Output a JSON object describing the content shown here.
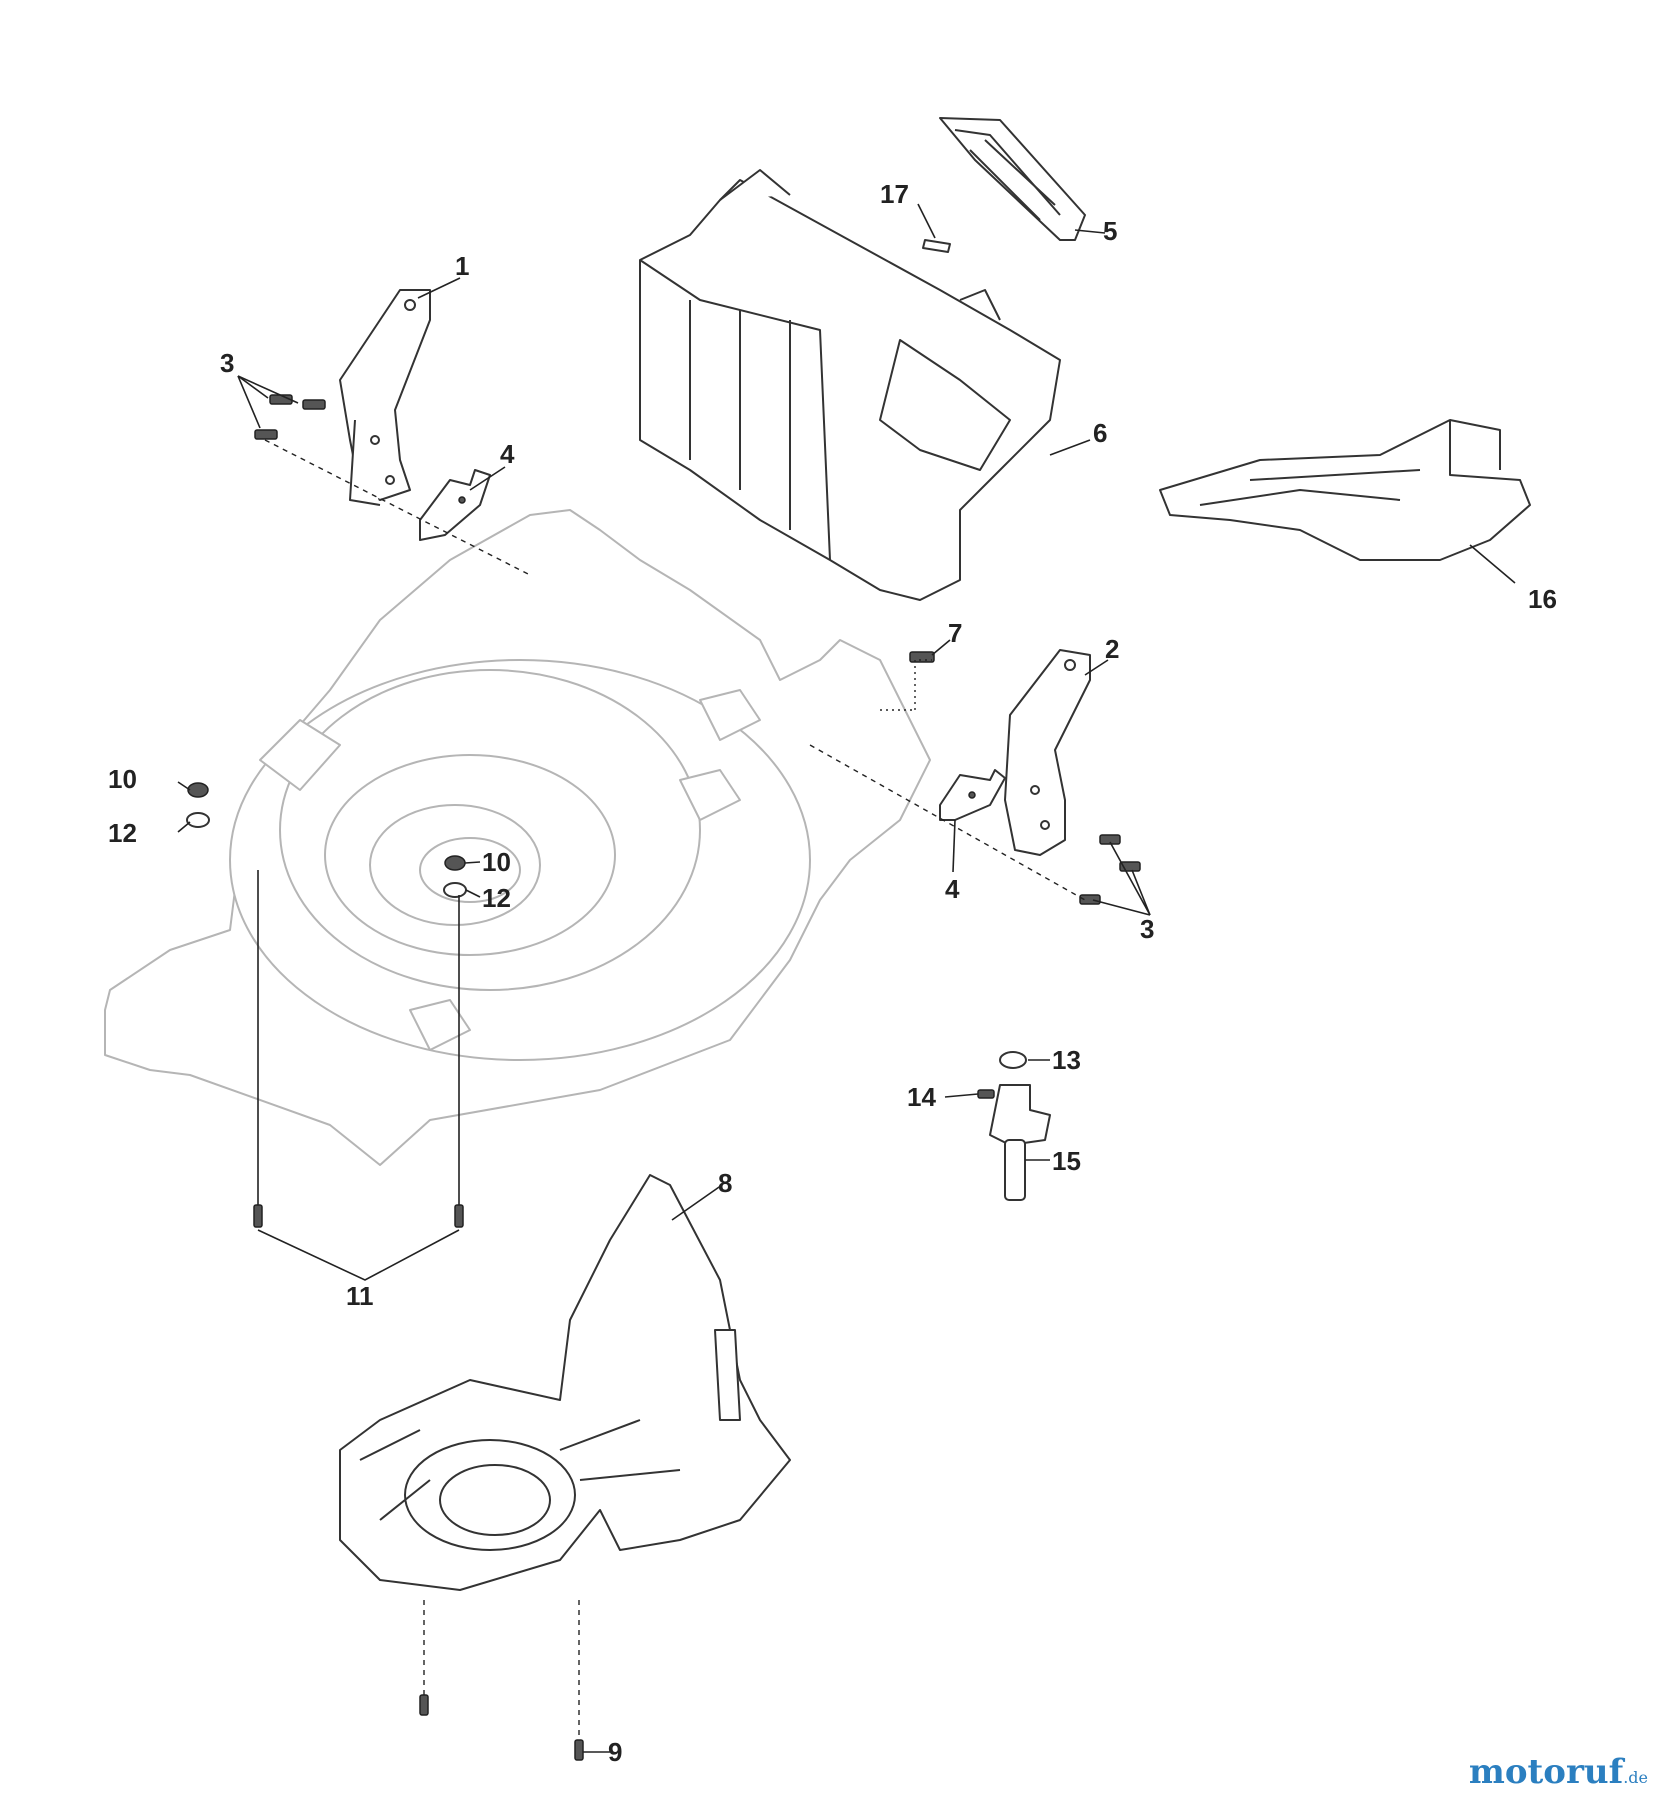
{
  "parts": [
    {
      "id": "p1",
      "label": "1"
    },
    {
      "id": "p2",
      "label": "2"
    },
    {
      "id": "p3a",
      "label": "3"
    },
    {
      "id": "p3b",
      "label": "3"
    },
    {
      "id": "p4a",
      "label": "4"
    },
    {
      "id": "p4b",
      "label": "4"
    },
    {
      "id": "p5",
      "label": "5"
    },
    {
      "id": "p6",
      "label": "6"
    },
    {
      "id": "p7",
      "label": "7"
    },
    {
      "id": "p8",
      "label": "8"
    },
    {
      "id": "p9",
      "label": "9"
    },
    {
      "id": "p10a",
      "label": "10"
    },
    {
      "id": "p10b",
      "label": "10"
    },
    {
      "id": "p11",
      "label": "11"
    },
    {
      "id": "p12a",
      "label": "12"
    },
    {
      "id": "p12b",
      "label": "12"
    },
    {
      "id": "p13",
      "label": "13"
    },
    {
      "id": "p14",
      "label": "14"
    },
    {
      "id": "p15",
      "label": "15"
    },
    {
      "id": "p16",
      "label": "16"
    },
    {
      "id": "p17",
      "label": "17"
    }
  ],
  "watermark": {
    "main": "motoruf",
    "suffix": ".de"
  }
}
